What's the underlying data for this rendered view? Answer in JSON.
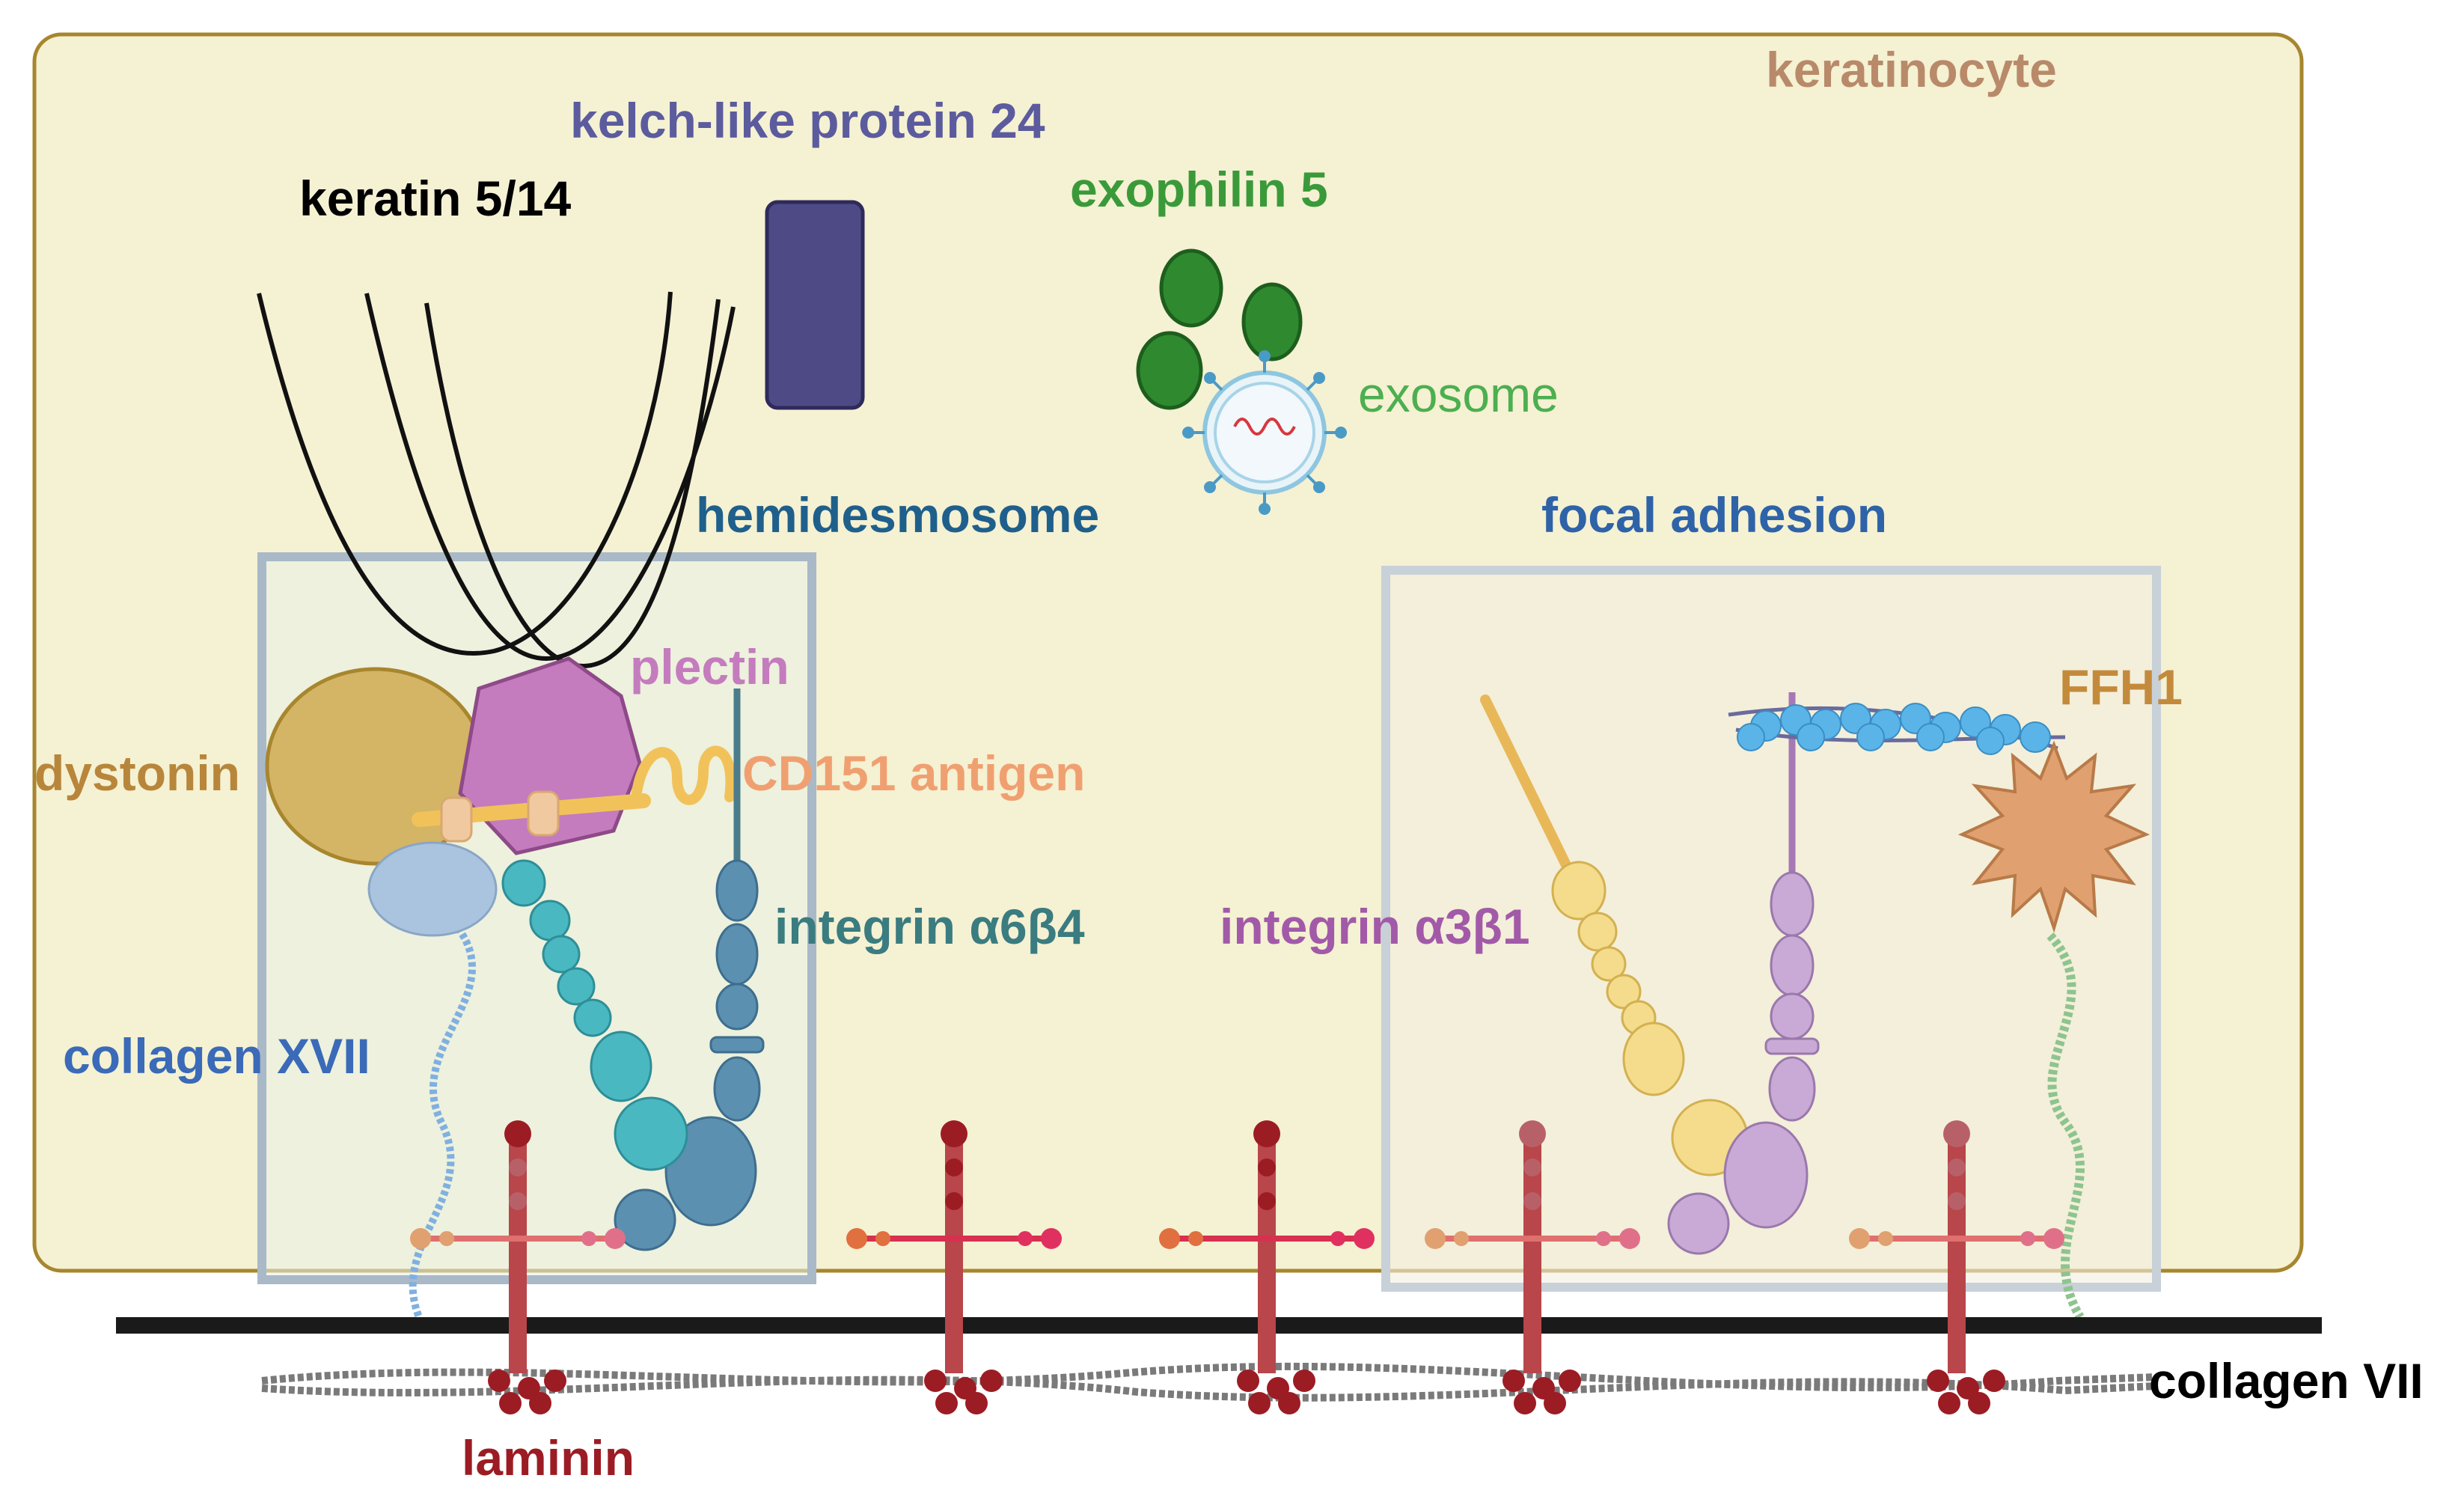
{
  "labels": {
    "keratinocyte": "keratinocyte",
    "kelch_like_protein_24": "kelch-like protein 24",
    "keratin_5_14": "keratin 5/14",
    "exophilin_5": "exophilin 5",
    "exosome": "exosome",
    "hemidesmosome": "hemidesmosome",
    "focal_adhesion": "focal adhesion",
    "plectin": "plectin",
    "dystonin": "dystonin",
    "cd151_antigen": "CD151 antigen",
    "integrin_a6b4": "integrin α6β4",
    "integrin_a3b1": "integrin α3β1",
    "ffh1": "FFH1",
    "collagen_xvii": "collagen XVII",
    "collagen_vii": "collagen VII",
    "laminin": "laminin"
  },
  "colors": {
    "cell_fill": "#f5f1d3",
    "cell_border": "#a8862e",
    "hemidesmosome_box": "#a9b9c8",
    "focal_box": "#b9c3cc",
    "keratinocyte": "#b88a6a",
    "kelch": "#5b5b9e",
    "kelch_body": "#4e4a86",
    "keratin": "#000000",
    "exophilin": "#3a9a3a",
    "exophilin_body": "#2f8a2f",
    "exosome": "#4caf50",
    "hemidesmosome": "#1f5f8b",
    "focal_adhesion": "#2e63a8",
    "plectin": "#c47cbe",
    "dystonin": "#b8863a",
    "dystonin_body": "#d4b465",
    "cd151": "#f0a070",
    "cd151_body": "#f2c25a",
    "integrin_a6b4": "#3a7c80",
    "integrin_a3b1": "#a25aa8",
    "integrin_a3b1_alpha": "#f4dc8c",
    "integrin_a3b1_beta": "#c9aad6",
    "ffh1": "#c48a3c",
    "ffh1_body": "#e0a070",
    "collagen_xvii": "#3a6ab8",
    "collagen_vii": "#000000",
    "laminin": "#9c1c24",
    "membrane": "#1a1a1a"
  },
  "icons": {
    "kelch": "kelch-protein-icon",
    "keratin": "keratin-filament-icon",
    "exophilin": "exophilin-vesicle-icon",
    "exosome": "exosome-icon",
    "ffh1": "ffh1-star-icon"
  }
}
